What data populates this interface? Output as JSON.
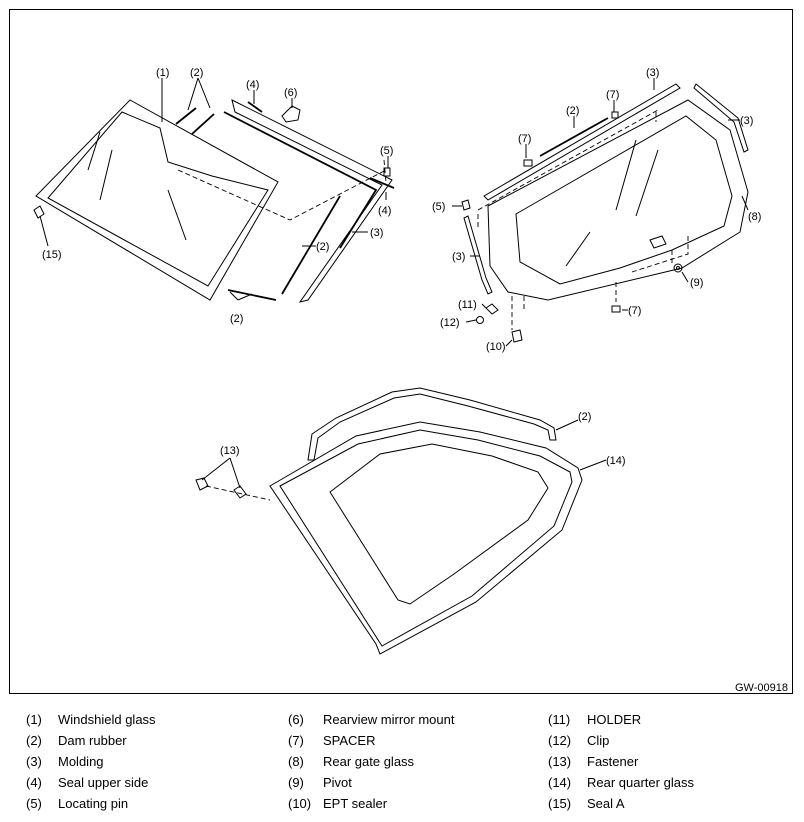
{
  "figure_code": "GW-00918",
  "callouts": {
    "c1": "(1)",
    "c2": "(2)",
    "c3": "(3)",
    "c4": "(4)",
    "c5": "(5)",
    "c6": "(6)",
    "c7": "(7)",
    "c8": "(8)",
    "c9": "(9)",
    "c10": "(10)",
    "c11": "(11)",
    "c12": "(12)",
    "c13": "(13)",
    "c14": "(14)",
    "c15": "(15)"
  },
  "legend": [
    [
      {
        "num": "(1)",
        "text": "Windshield glass"
      },
      {
        "num": "(2)",
        "text": "Dam rubber"
      },
      {
        "num": "(3)",
        "text": "Molding"
      },
      {
        "num": "(4)",
        "text": "Seal upper side"
      },
      {
        "num": "(5)",
        "text": "Locating pin"
      }
    ],
    [
      {
        "num": "(6)",
        "text": "Rearview mirror mount"
      },
      {
        "num": "(7)",
        "text": "SPACER"
      },
      {
        "num": "(8)",
        "text": "Rear gate glass"
      },
      {
        "num": "(9)",
        "text": "Pivot"
      },
      {
        "num": "(10)",
        "text": "EPT sealer"
      }
    ],
    [
      {
        "num": "(11)",
        "text": "HOLDER"
      },
      {
        "num": "(12)",
        "text": "Clip"
      },
      {
        "num": "(13)",
        "text": "Fastener"
      },
      {
        "num": "(14)",
        "text": "Rear quarter glass"
      },
      {
        "num": "(15)",
        "text": "Seal A"
      }
    ]
  ]
}
